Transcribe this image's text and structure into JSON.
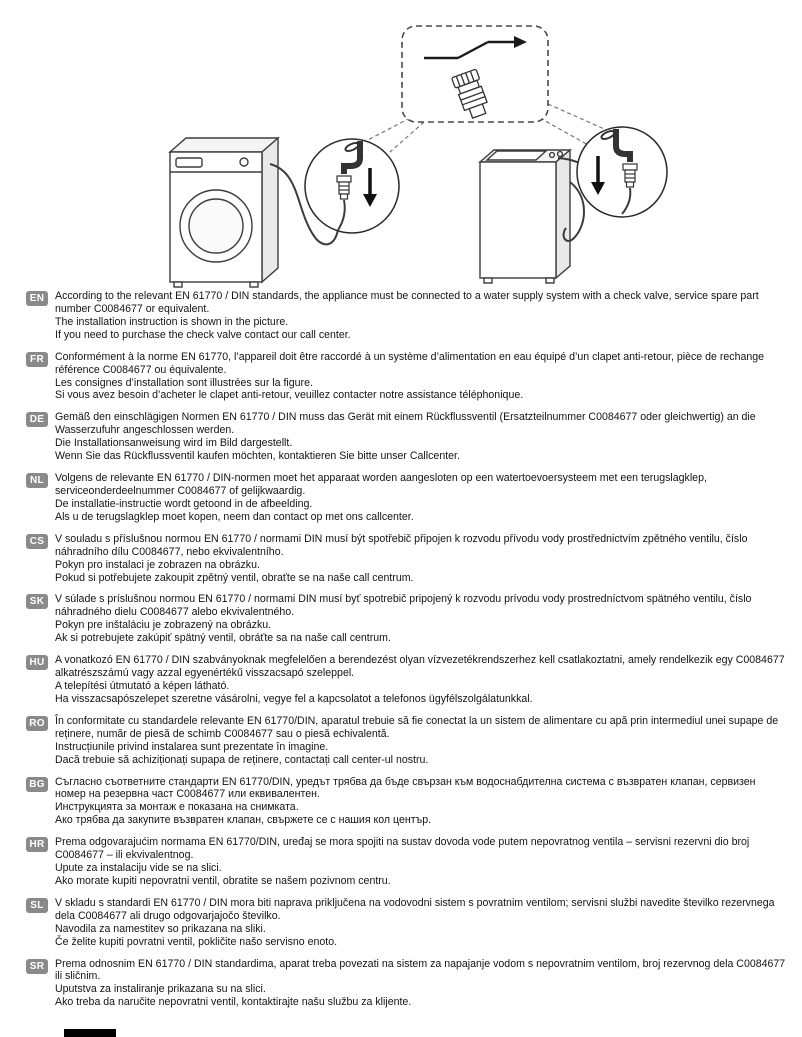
{
  "figure": {
    "icons": [
      "front-load-washer",
      "top-load-washer",
      "check-valve-part",
      "flow-direction-symbol",
      "faucet-with-check-valve-left",
      "faucet-with-check-valve-right",
      "down-arrow"
    ],
    "part_number": "C0084677"
  },
  "colors": {
    "badge_bg": "#8a8a8a",
    "badge_text": "#ffffff",
    "line_art": "#3c3c3c",
    "crop_mark": "#000000"
  },
  "sections": [
    {
      "code": "EN",
      "paragraphs": [
        "According to the relevant EN 61770 / DIN standards, the appliance must be connected to a water supply system with a check valve, service spare part number C0084677 or equivalent.",
        "The installation instruction is shown in the picture.",
        "If you need to purchase the check valve contact our call center."
      ]
    },
    {
      "code": "FR",
      "paragraphs": [
        "Conformément à la norme EN 61770, l’appareil doit être raccordé à un système d’alimentation en eau équipé d’un clapet anti-retour, pièce de rechange référence C0084677 ou équivalente.",
        "Les consignes d’installation sont illustrées sur la figure.",
        "Si vous avez besoin d’acheter le clapet anti-retour, veuillez contacter notre assistance téléphonique."
      ]
    },
    {
      "code": "DE",
      "paragraphs": [
        "Gemäß den einschlägigen Normen EN 61770 / DIN muss das Gerät mit einem Rückflussventil (Ersatzteilnummer C0084677 oder gleichwertig) an die Wasserzufuhr angeschlossen werden.",
        "Die Installationsanweisung wird im Bild dargestellt.",
        "Wenn Sie das Rückflussventil kaufen möchten, kontaktieren Sie bitte unser Callcenter."
      ]
    },
    {
      "code": "NL",
      "paragraphs": [
        "Volgens de relevante EN 61770 / DIN-normen moet het apparaat worden aangesloten op een watertoevoersysteem met een terugslagklep, serviceonderdeelnummer C0084677 of gelijkwaardig.",
        "De installatie-instructie wordt getoond in de afbeelding.",
        "Als u de terugslagklep moet kopen, neem dan contact op met ons callcenter."
      ]
    },
    {
      "code": "CS",
      "paragraphs": [
        "V souladu s příslušnou normou EN 61770 / normami DIN musí být spotřebič připojen k rozvodu přívodu vody prostřednictvím zpětného ventilu, číslo náhradního dílu C0084677, nebo ekvivalentního.",
        "Pokyn pro instalaci je zobrazen na obrázku.",
        "Pokud si potřebujete zakoupit zpětný ventil, obraťte se na naše call centrum."
      ]
    },
    {
      "code": "SK",
      "paragraphs": [
        "V súlade s príslušnou normou EN 61770 / normami DIN musí byť spotrebič pripojený k rozvodu prívodu vody prostredníctvom spätného ventilu, číslo náhradného dielu C0084677 alebo ekvivalentného.",
        "Pokyn pre inštaláciu je zobrazený na obrázku.",
        "Ak si potrebujete zakúpiť spätný ventil, obráťte sa na naše call centrum."
      ]
    },
    {
      "code": "HU",
      "paragraphs": [
        "A vonatkozó EN 61770 / DIN szabványoknak megfelelően a berendezést olyan vízvezetékrendszerhez kell csatlakoztatni, amely rendelkezik egy C0084677 alkatrészszámú vagy azzal egyenértékű visszacsapó szeleppel.",
        "A telepítési útmutató a képen látható.",
        "Ha visszacsapószelepet szeretne vásárolni, vegye fel a kapcsolatot a telefonos ügyfélszolgálatunkkal."
      ]
    },
    {
      "code": "RO",
      "paragraphs": [
        "În conformitate cu standardele relevante EN 61770/DIN, aparatul trebuie să fie conectat la un sistem de alimentare cu apă prin intermediul unei supape de reținere, număr de piesă de schimb C0084677 sau o piesă echivalentă.",
        "Instrucțiunile privind instalarea sunt prezentate în imagine.",
        "Dacă trebuie să achiziționați supapa de reținere, contactați call center-ul nostru."
      ]
    },
    {
      "code": "BG",
      "paragraphs": [
        "Съгласно съответните стандарти EN 61770/DIN, уредът трябва да бъде свързан към водоснабдителна система с възвратен клапан, сервизен номер на резервна част C0084677 или еквивалентен.",
        "Инструкцията за монтаж е показана на снимката.",
        "Ако трябва да закупите възвратен клапан, свържете се с нашия кол център."
      ]
    },
    {
      "code": "HR",
      "paragraphs": [
        "Prema odgovarajućim normama EN 61770/DIN, uređaj se mora spojiti na sustav dovoda vode putem nepovratnog ventila – servisni rezervni dio broj C0084677 – ili ekvivalentnog.",
        "Upute za instalaciju vide se na slici.",
        "Ako morate kupiti nepovratni ventil, obratite se našem pozivnom centru."
      ]
    },
    {
      "code": "SL",
      "paragraphs": [
        "V skladu s standardi EN 61770 / DIN mora biti naprava priključena na vodovodni sistem s povratnim ventilom; servisni službi navedite številko rezervnega dela C0084677 ali drugo odgovarjajočo številko.",
        "Navodila za namestitev so prikazana na sliki.",
        "Če želite kupiti povratni ventil, pokličite našo servisno enoto."
      ]
    },
    {
      "code": "SR",
      "paragraphs": [
        "Prema odnosnim EN 61770 / DIN standardima, aparat treba povezati na sistem za napajanje vodom s nepovratnim ventilom, broj rezervnog dela C0084677 ili sličnim.",
        "Uputstva za instaliranje prikazana su na slici.",
        "Ako treba da naručite nepovratni ventil, kontaktirajte našu službu za klijente."
      ]
    }
  ]
}
